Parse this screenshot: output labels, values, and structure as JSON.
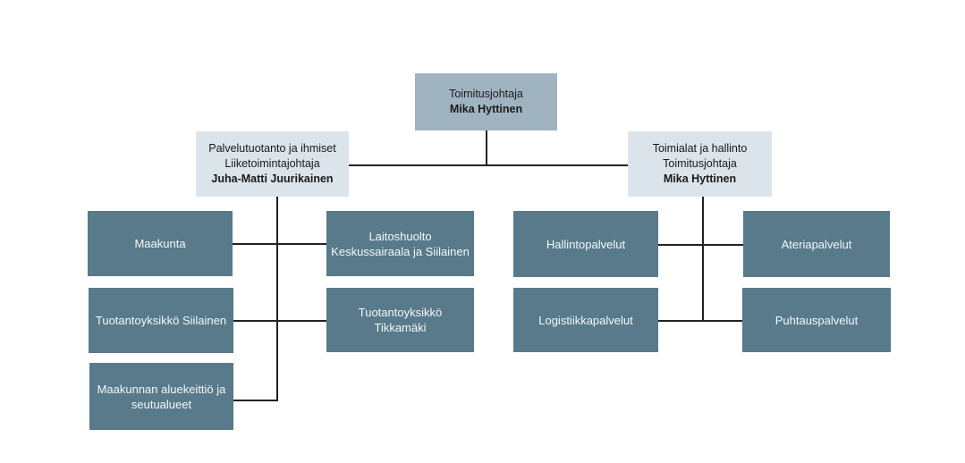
{
  "colors": {
    "node_dark": "#587a8b",
    "node_medium": "#9fb4c0",
    "node_light": "#dbe4ea",
    "connector": "#222222",
    "text_on_dark": "#f5f8f9",
    "text_on_light": "#1a1a1a",
    "background": "#ffffff"
  },
  "org_chart": {
    "ceo": {
      "title": "Toimitusjohtaja",
      "name": "Mika Hyttinen"
    },
    "division_left": {
      "unit": "Palvelutuotanto ja ihmiset",
      "title": "Liiketoimintajohtaja",
      "name": "Juha-Matti Juurikainen"
    },
    "division_right": {
      "unit": "Toimialat ja hallinto",
      "title": "Toimitusjohtaja",
      "name": "Mika Hyttinen"
    },
    "units": {
      "maakunta": {
        "line1": "Maakunta"
      },
      "laitoshuolto": {
        "line1": "Laitoshuolto",
        "line2": "Keskussairaala ja Siilainen"
      },
      "tuotantoyksikko_siilainen": {
        "line1": "Tuotantoyksikkö Siilainen"
      },
      "tuotantoyksikko_tikkamaki": {
        "line1": "Tuotantoyksikkö",
        "line2": "Tikkamäki"
      },
      "maakunnan_aluekeittio": {
        "line1": "Maakunnan aluekeittiö ja",
        "line2": "seutualueet"
      },
      "hallintopalvelut": {
        "line1": "Hallintopalvelut"
      },
      "ateriapalvelut": {
        "line1": "Ateriapalvelut"
      },
      "logistiikkapalvelut": {
        "line1": "Logistiikkapalvelut"
      },
      "puhtauspalvelut": {
        "line1": "Puhtauspalvelut"
      }
    }
  }
}
